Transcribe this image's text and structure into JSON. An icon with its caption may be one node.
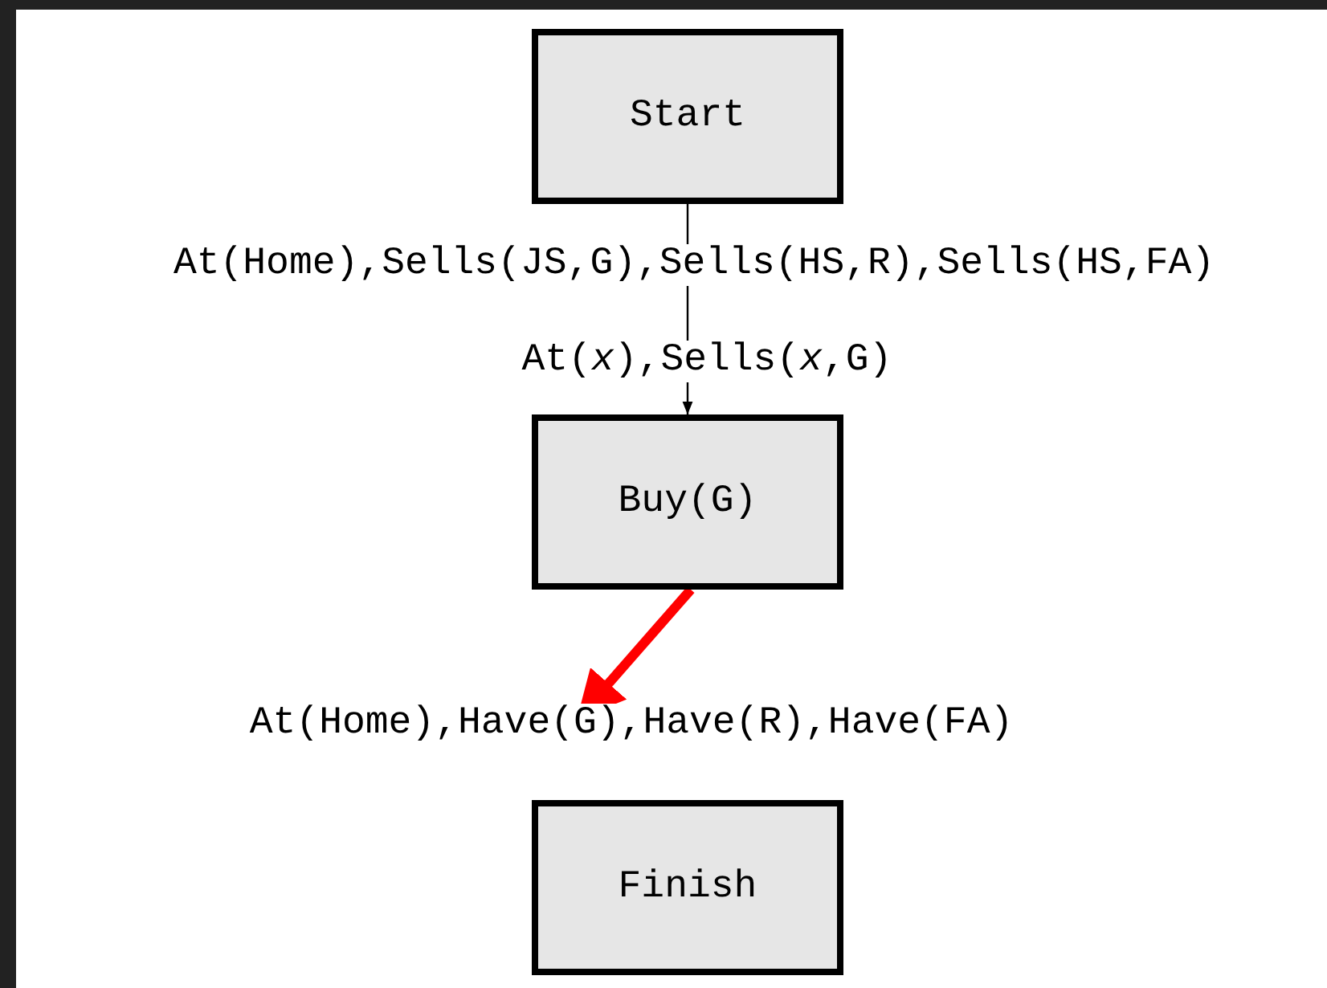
{
  "diagram": {
    "nodes": [
      {
        "text": [
          "Start"
        ],
        "beside": [
          "At(Home),Sells(JS,G),Sells(HS,R),Sells(HS,FA)"
        ]
      },
      {
        "text": [
          "Buy(G)"
        ],
        "beside": [
          "At(*x*),Sells(*x*,G)"
        ]
      },
      {
        "text": [
          "At(Home),Have(G),Have(R),Have(FA)"
        ]
      },
      {
        "text": [
          "Finish"
        ]
      }
    ],
    "edges": [
      {
        "from": 0,
        "to": 1,
        "arrow": "to"
      },
      {
        "from": 1,
        "to": 2,
        "arrow": "to",
        "style": "thick",
        "color": "#ff0000"
      }
    ]
  }
}
